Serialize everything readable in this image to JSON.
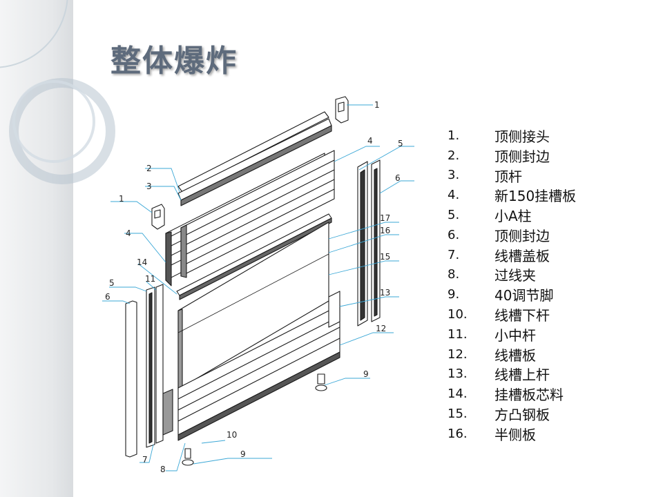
{
  "slide": {
    "title": "整体爆炸"
  },
  "callouts": [
    "1",
    "2",
    "3",
    "1",
    "4",
    "4",
    "5",
    "6",
    "14",
    "5",
    "11",
    "6",
    "17",
    "16",
    "15",
    "13",
    "12",
    "9",
    "10",
    "9",
    "7",
    "8"
  ],
  "legend": [
    {
      "num": "1.",
      "label": "顶侧接头"
    },
    {
      "num": "2.",
      "label": "顶侧封边"
    },
    {
      "num": "3.",
      "label": "顶杆"
    },
    {
      "num": "4.",
      "label": "新150挂槽板"
    },
    {
      "num": "5.",
      "label": "小A柱"
    },
    {
      "num": "6.",
      "label": "顶侧封边"
    },
    {
      "num": "7.",
      "label": "线槽盖板"
    },
    {
      "num": "8.",
      "label": "过线夹"
    },
    {
      "num": "9.",
      "label": "40调节脚"
    },
    {
      "num": "10.",
      "label": "线槽下杆"
    },
    {
      "num": "11.",
      "label": "小中杆"
    },
    {
      "num": "12.",
      "label": "线槽板"
    },
    {
      "num": "13.",
      "label": "线槽上杆"
    },
    {
      "num": "14.",
      "label": "挂槽板芯料"
    },
    {
      "num": "15.",
      "label": "方凸钢板"
    },
    {
      "num": "16.",
      "label": "半侧板"
    }
  ]
}
